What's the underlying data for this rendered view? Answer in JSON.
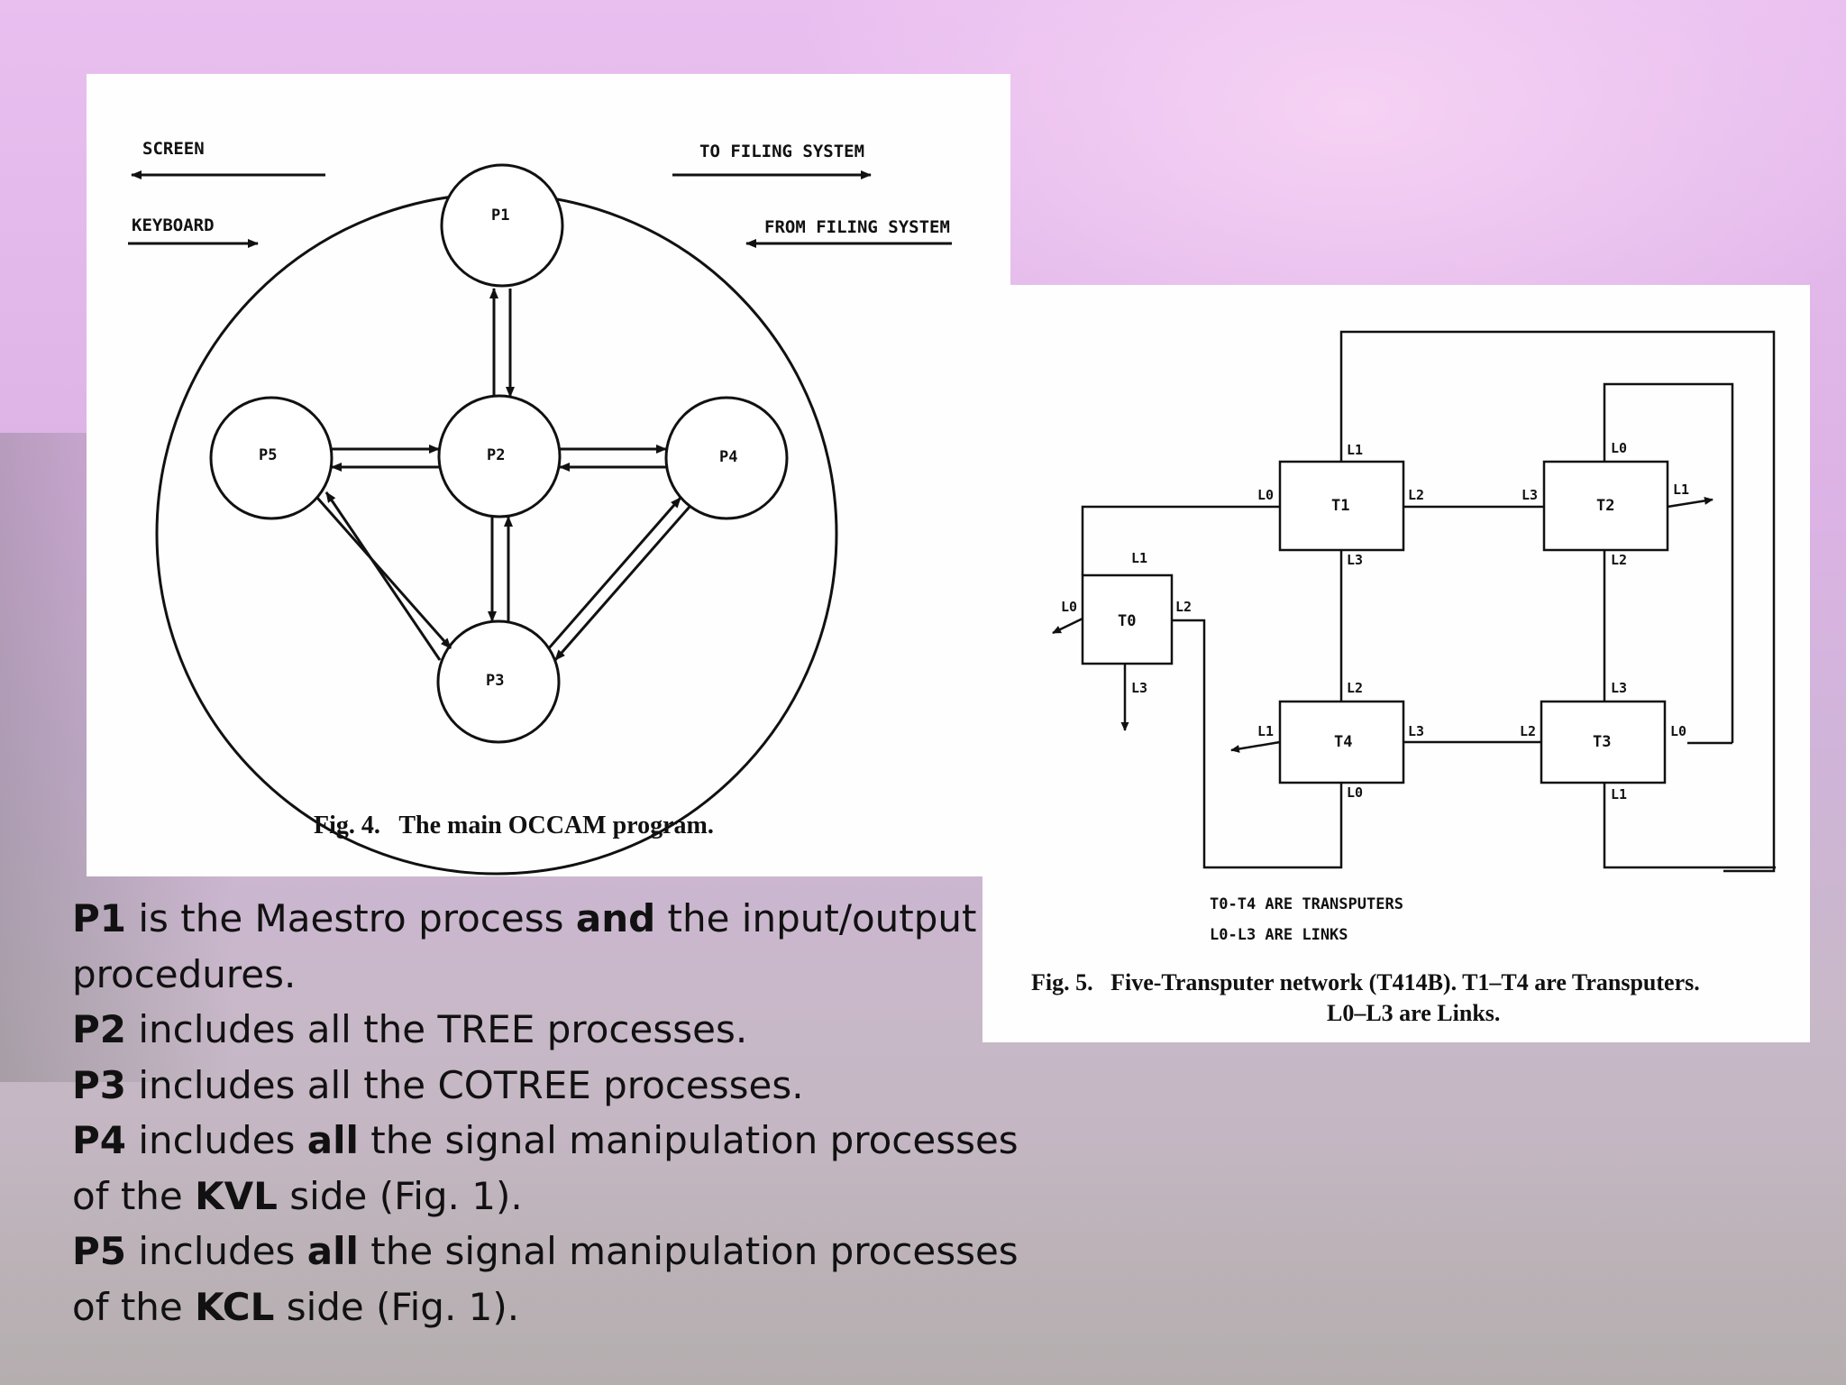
{
  "fig4": {
    "labels": {
      "screen": "SCREEN",
      "keyboard": "KEYBOARD",
      "to_filing": "TO FILING SYSTEM",
      "from_filing": "FROM FILING SYSTEM",
      "p1": "P1",
      "p2": "P2",
      "p3": "P3",
      "p4": "P4",
      "p5": "P5"
    },
    "caption": "Fig. 4.   The main OCCAM program."
  },
  "fig5": {
    "transputers": {
      "t0": "T0",
      "t1": "T1",
      "t2": "T2",
      "t3": "T3",
      "t4": "T4"
    },
    "links": {
      "l0": "L0",
      "l1": "L1",
      "l2": "L2",
      "l3": "L3"
    },
    "note1": "T0-T4 ARE TRANSPUTERS",
    "note2": "L0-L3 ARE LINKS",
    "caption_line1": "Fig. 5.   Five-Transputer network (T414B). T1–T4 are Transputers.",
    "caption_line2": "L0–L3 are Links."
  },
  "description": {
    "l1_bold": "P1",
    "l1_text": " is the Maestro process ",
    "l1_bold2": "and",
    "l1_text2": " the input/output",
    "l2_text": "procedures.",
    "l3_bold": "P2",
    "l3_text": " includes all the TREE processes.",
    "l4_bold": "P3",
    "l4_text": " includes all the COTREE processes.",
    "l5_bold": "P4",
    "l5_text": " includes ",
    "l5_bold2": "all",
    "l5_text2": " the signal manipulation processes",
    "l6_text": "of the ",
    "l6_bold": "KVL",
    "l6_text2": " side (Fig. 1).",
    "l7_bold": "P5",
    "l7_text": " includes ",
    "l7_bold2": "all",
    "l7_text2": " the signal manipulation processes",
    "l8_text": "of the ",
    "l8_bold": "KCL",
    "l8_text2": " side (Fig. 1)."
  }
}
